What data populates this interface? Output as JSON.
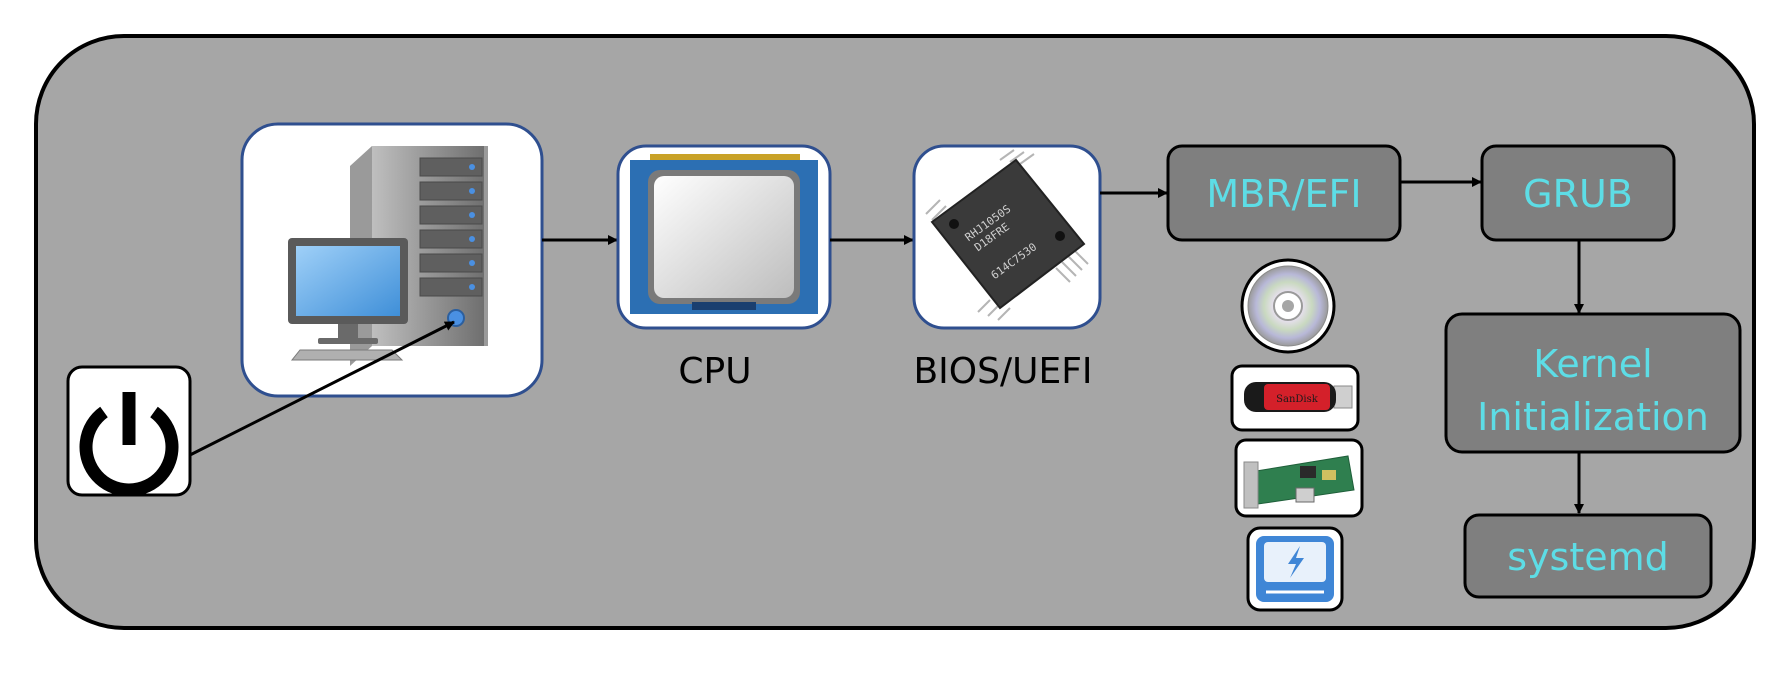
{
  "diagram": {
    "title": "",
    "boot_stages": [
      {
        "id": "cpu",
        "caption": "CPU"
      },
      {
        "id": "bios",
        "caption": "BIOS/UEFI"
      }
    ],
    "boxes": {
      "mbr": "MBR/EFI",
      "grub": "GRUB",
      "kernel_line1": "Kernel",
      "kernel_line2": "Initialization",
      "systemd": "systemd"
    },
    "chip_text": {
      "line1": "RHJ1050S",
      "line2": "D18FRE",
      "line3": "614C7530"
    },
    "usb_brand": "SanDisk",
    "boot_devices": [
      "optical-disc",
      "usb-drive",
      "network-card",
      "disk-drive"
    ],
    "colors": {
      "panel": "#a6a6a6",
      "box_fill": "#7f7f7f",
      "box_text": "#5ddde6",
      "image_frame": "#2f4f8f",
      "outline": "#000000"
    }
  }
}
